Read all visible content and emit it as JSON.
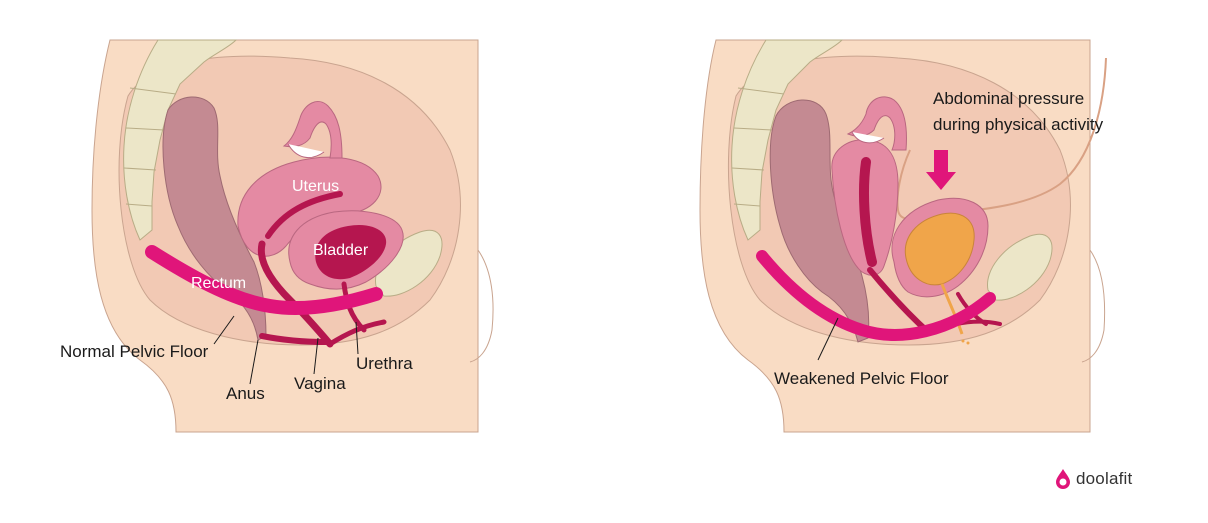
{
  "left_diagram": {
    "labels": {
      "uterus": "Uterus",
      "bladder": "Bladder",
      "rectum": "Rectum",
      "pelvic_floor": "Normal Pelvic Floor",
      "anus": "Anus",
      "vagina": "Vagina",
      "urethra": "Urethra"
    }
  },
  "right_diagram": {
    "labels": {
      "pressure_line1": "Abdominal pressure",
      "pressure_line2": "during physical activity",
      "pelvic_floor": "Weakened Pelvic Floor"
    }
  },
  "brand": {
    "name": "doolafit"
  },
  "colors": {
    "skin": "#f9dcc4",
    "body_inner": "#f2c9b4",
    "outline": "#c9a48f",
    "rectum": "#c48a92",
    "uterus": "#e48aa3",
    "dark_magenta": "#b5164f",
    "pelvic_floor": "#e0157a",
    "bone": "#ece6c8",
    "bladder_fill": "#f0a54a",
    "arrow": "#e0157a"
  }
}
